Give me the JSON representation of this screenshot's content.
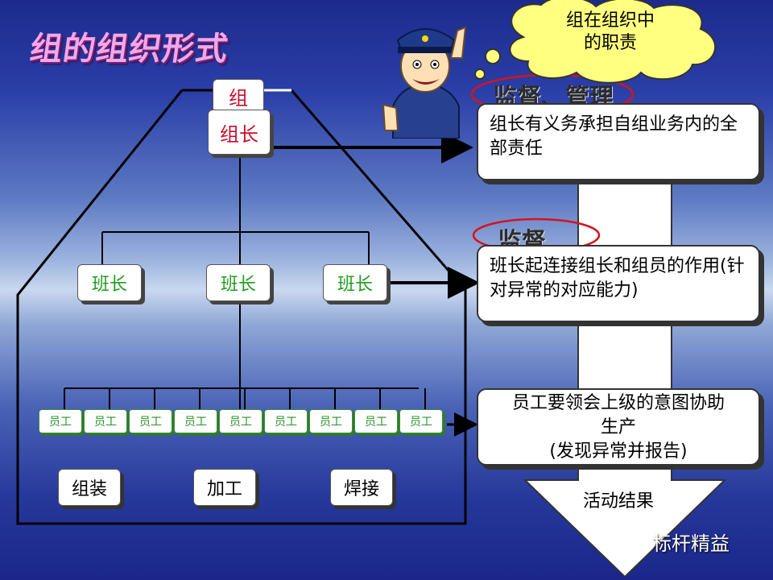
{
  "title": "组的组织形式",
  "cloud": {
    "line1": "组在组织中",
    "line2": "的职责"
  },
  "org": {
    "group_label": "组",
    "leader_label": "组长",
    "foremen": [
      "班长",
      "班长",
      "班长"
    ],
    "workers": [
      "员工",
      "员工",
      "员工",
      "员工",
      "员工",
      "员工",
      "员工",
      "员工",
      "员工"
    ],
    "processes": [
      "组装",
      "加工",
      "焊接"
    ]
  },
  "duties": [
    {
      "label": "监督、管理",
      "text": "组长有义务承担自组业务内的全部责任"
    },
    {
      "label": "监督",
      "text": "班长起连接组长和组员的作用(针对异常的对应能力)"
    },
    {
      "label": "",
      "line1": "员工要领会上级的意图协助",
      "line2": "生产",
      "line3": "(发现异常并报告)"
    }
  ],
  "result": "活动结果",
  "brand": "标杆精益",
  "colors": {
    "leader_text": "#c8102e",
    "foreman_text": "#1f9e1f",
    "worker_text": "#2a8f2a",
    "title_pink": "#f0a8e8"
  }
}
